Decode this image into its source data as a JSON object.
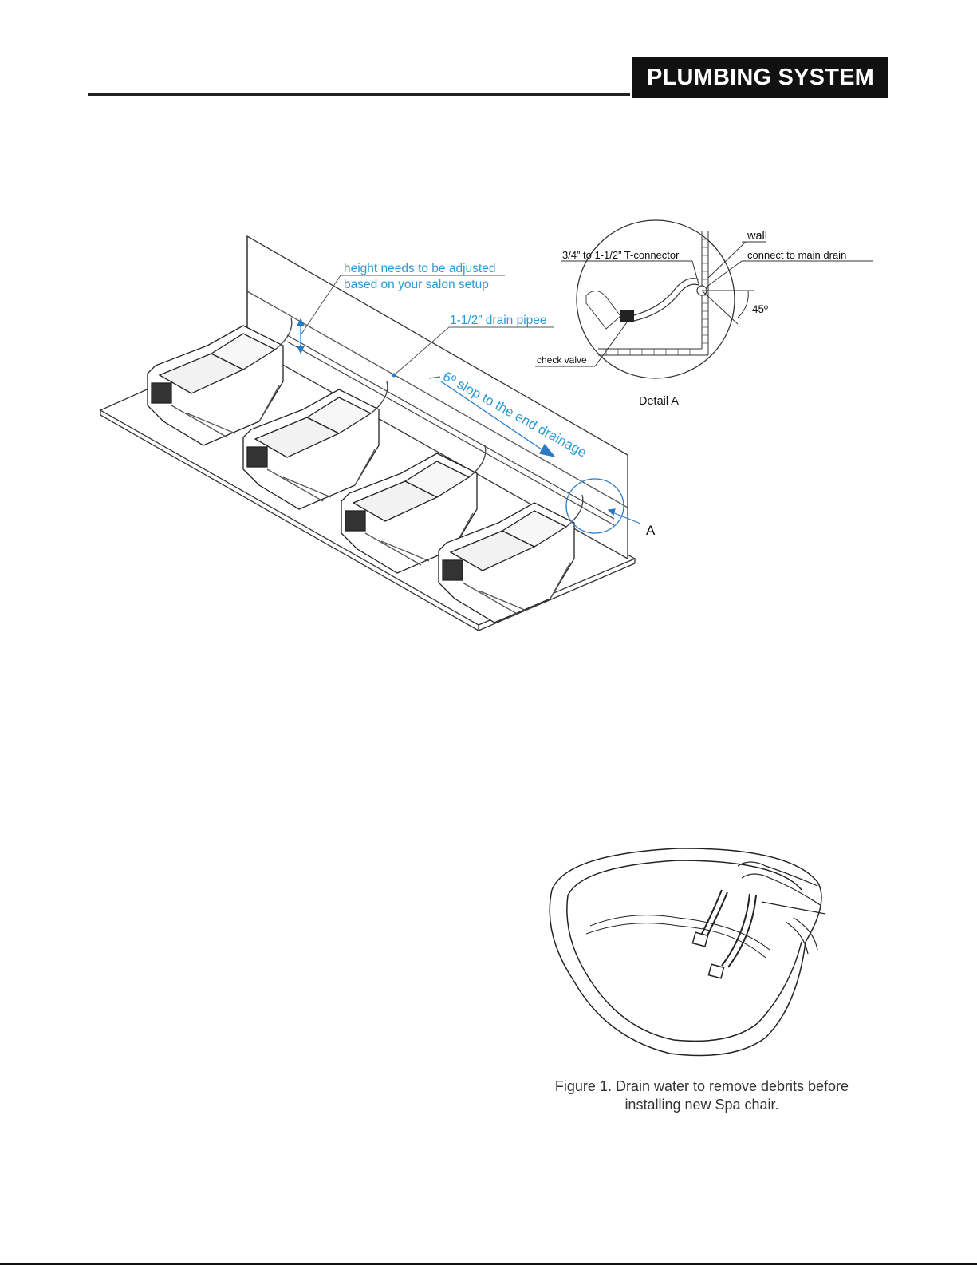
{
  "header": {
    "title": "PLUMBING SYSTEM"
  },
  "diagram": {
    "height_label_1": "height needs to be adjusted",
    "height_label_2": "based on your salon setup",
    "drain_pipe_label": "1-1/2” drain pipee",
    "slope_label": "6º slop to the end drainage",
    "marker_a": "A"
  },
  "detail": {
    "wall": "wall",
    "t_connector": "3/4” to 1-1/2” T-connector",
    "main_drain": "connect to main drain",
    "angle": "45º",
    "check_valve": "check valve",
    "title": "Detail  A"
  },
  "figure1": {
    "caption_line1": "Figure 1. Drain water to remove debrits before",
    "caption_line2": "installing new Spa chair."
  }
}
